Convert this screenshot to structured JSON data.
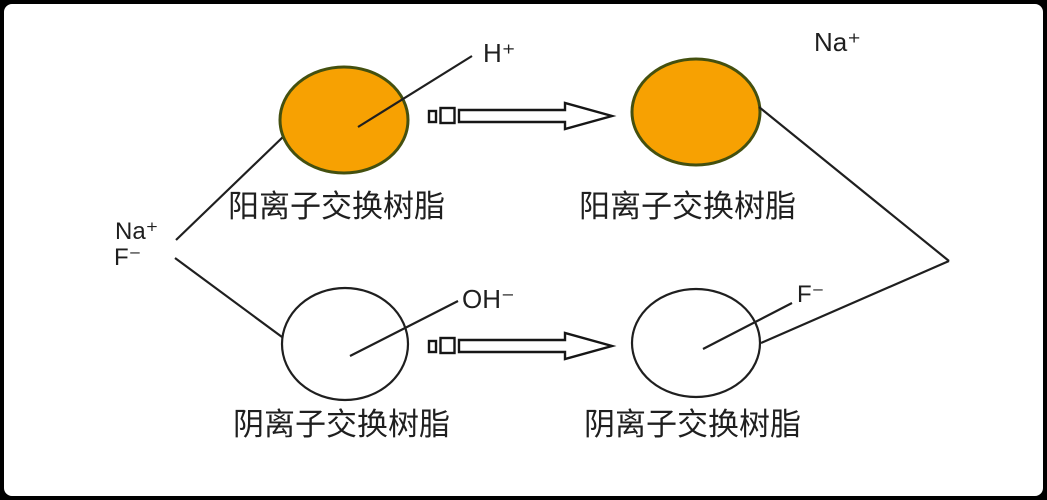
{
  "colors": {
    "background": "#ffffff",
    "frame": "#000000",
    "line": "#1f1f1f",
    "cation_resin_fill": "#f7a102",
    "cation_resin_stroke": "#44500f",
    "anion_resin_fill": "#ffffff",
    "anion_resin_stroke": "#1f1f1f",
    "text": "#1f1f1f"
  },
  "feed": {
    "cation": "Na⁺",
    "anion": "F⁻"
  },
  "before": {
    "cation_resin_label": "阳离子交换树脂",
    "cation_released_ion": "H⁺",
    "anion_resin_label": "阴离子交换树脂",
    "anion_released_ion": "OH⁻"
  },
  "after": {
    "cation_resin_label": "阳离子交换树脂",
    "cation_captured_ion": "Na⁺",
    "anion_resin_label": "阴离子交换树脂",
    "anion_captured_ion": "F⁻"
  }
}
